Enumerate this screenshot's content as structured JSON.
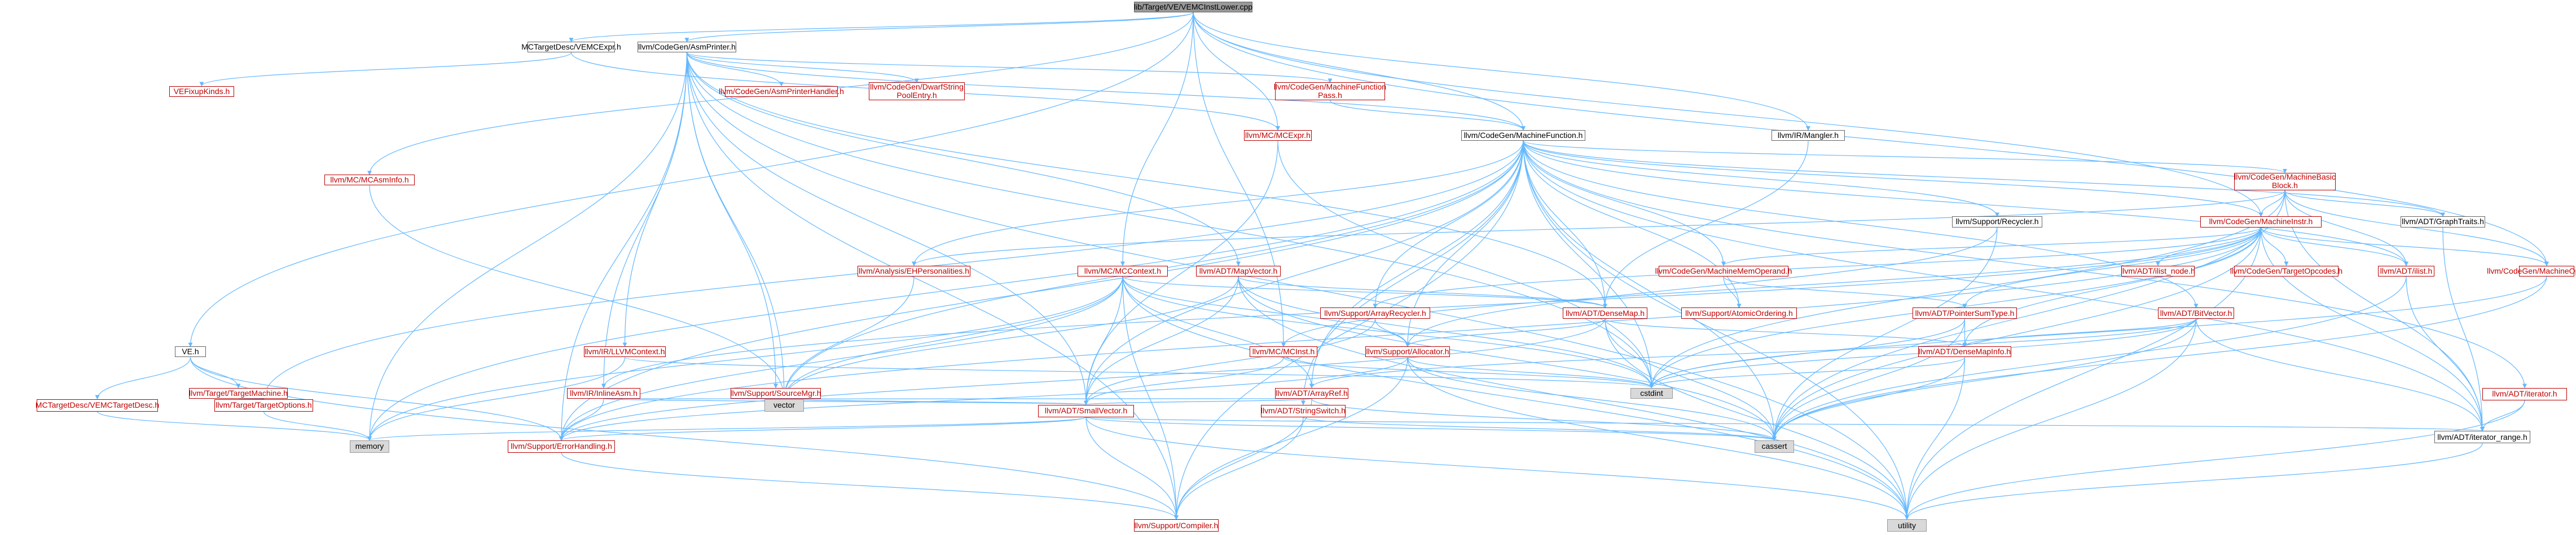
{
  "nodes": [
    {
      "id": "root",
      "label": "lib/Target/VE/VEMCInstLower.cpp",
      "style": "root"
    },
    {
      "id": "mctdexpr",
      "label": "MCTargetDesc/VEMCExpr.h",
      "style": "blk"
    },
    {
      "id": "asmprinter",
      "label": "llvm/CodeGen/AsmPrinter.h",
      "style": "blk"
    },
    {
      "id": "vefixup",
      "label": "VEFixupKinds.h",
      "style": "red"
    },
    {
      "id": "mcasminfo",
      "label": "llvm/MC/MCAsmInfo.h",
      "style": "red"
    },
    {
      "id": "asmph",
      "label": "llvm/CodeGen/AsmPrinterHandler.h",
      "style": "red"
    },
    {
      "id": "dwarfstr",
      "label": "llvm/CodeGen/DwarfString\nPoolEntry.h",
      "style": "red"
    },
    {
      "id": "mfpass",
      "label": "llvm/CodeGen/MachineFunction\nPass.h",
      "style": "red"
    },
    {
      "id": "mcexpr",
      "label": "llvm/MC/MCExpr.h",
      "style": "red"
    },
    {
      "id": "mf",
      "label": "llvm/CodeGen/MachineFunction.h",
      "style": "blk"
    },
    {
      "id": "mangler",
      "label": "llvm/IR/Mangler.h",
      "style": "blk"
    },
    {
      "id": "mbb",
      "label": "llvm/CodeGen/MachineBasic\nBlock.h",
      "style": "red"
    },
    {
      "id": "graphtraits",
      "label": "llvm/ADT/GraphTraits.h",
      "style": "blk"
    },
    {
      "id": "mi",
      "label": "llvm/CodeGen/MachineInstr.h",
      "style": "red"
    },
    {
      "id": "recycler",
      "label": "llvm/Support/Recycler.h",
      "style": "blk"
    },
    {
      "id": "ehpers",
      "label": "llvm/Analysis/EHPersonalities.h",
      "style": "red"
    },
    {
      "id": "mccontext",
      "label": "llvm/MC/MCContext.h",
      "style": "red"
    },
    {
      "id": "mapvector",
      "label": "llvm/ADT/MapVector.h",
      "style": "red"
    },
    {
      "id": "mmo",
      "label": "llvm/CodeGen/MachineMemOperand.h",
      "style": "red"
    },
    {
      "id": "ilisth",
      "label": "llvm/ADT/ilist.h",
      "style": "red"
    },
    {
      "id": "mo",
      "label": "llvm/CodeGen/MachineOperand.h",
      "style": "red"
    },
    {
      "id": "ilistnode",
      "label": "llvm/ADT/ilist_node.h",
      "style": "red"
    },
    {
      "id": "targetopc",
      "label": "llvm/CodeGen/TargetOpcodes.h",
      "style": "red"
    },
    {
      "id": "arrayrecycler",
      "label": "llvm/Support/ArrayRecycler.h",
      "style": "red"
    },
    {
      "id": "densemap",
      "label": "llvm/ADT/DenseMap.h",
      "style": "red"
    },
    {
      "id": "atomicord",
      "label": "llvm/Support/AtomicOrdering.h",
      "style": "red"
    },
    {
      "id": "ptrsum",
      "label": "llvm/ADT/PointerSumType.h",
      "style": "red"
    },
    {
      "id": "bitvector",
      "label": "llvm/ADT/BitVector.h",
      "style": "red"
    },
    {
      "id": "iterator",
      "label": "llvm/ADT/iterator.h",
      "style": "red"
    },
    {
      "id": "ve",
      "label": "VE.h",
      "style": "blk"
    },
    {
      "id": "llvmctx",
      "label": "llvm/IR/LLVMContext.h",
      "style": "red"
    },
    {
      "id": "mcinst",
      "label": "llvm/MC/MCInst.h",
      "style": "red"
    },
    {
      "id": "allocator",
      "label": "llvm/Support/Allocator.h",
      "style": "red"
    },
    {
      "id": "densemapinfo",
      "label": "llvm/ADT/DenseMapInfo.h",
      "style": "red"
    },
    {
      "id": "targetmachine",
      "label": "llvm/Target/TargetMachine.h",
      "style": "red"
    },
    {
      "id": "inlineasm",
      "label": "llvm/IR/InlineAsm.h",
      "style": "red"
    },
    {
      "id": "srcmgr",
      "label": "llvm/Support/SourceMgr.h",
      "style": "red"
    },
    {
      "id": "arrayref",
      "label": "llvm/ADT/ArrayRef.h",
      "style": "red"
    },
    {
      "id": "cstdint",
      "label": "cstdint",
      "style": "sys"
    },
    {
      "id": "vetargetdesc",
      "label": "MCTargetDesc/VEMCTargetDesc.h",
      "style": "red"
    },
    {
      "id": "targetopts",
      "label": "llvm/Target/TargetOptions.h",
      "style": "red"
    },
    {
      "id": "vector",
      "label": "vector",
      "style": "sys"
    },
    {
      "id": "smallvector",
      "label": "llvm/ADT/SmallVector.h",
      "style": "red"
    },
    {
      "id": "stringswitch",
      "label": "llvm/ADT/StringSwitch.h",
      "style": "red"
    },
    {
      "id": "memory",
      "label": "memory",
      "style": "sys"
    },
    {
      "id": "errhandling",
      "label": "llvm/Support/ErrorHandling.h",
      "style": "red"
    },
    {
      "id": "cassert",
      "label": "cassert",
      "style": "sys"
    },
    {
      "id": "iterrange",
      "label": "llvm/ADT/iterator_range.h",
      "style": "blk"
    },
    {
      "id": "compiler",
      "label": "llvm/Support/Compiler.h",
      "style": "red"
    },
    {
      "id": "utility",
      "label": "utility",
      "style": "sys"
    }
  ],
  "edges": [
    [
      "root",
      "mctdexpr"
    ],
    [
      "root",
      "asmprinter"
    ],
    [
      "root",
      "mcasminfo"
    ],
    [
      "root",
      "mcexpr"
    ],
    [
      "root",
      "mf"
    ],
    [
      "root",
      "mangler"
    ],
    [
      "root",
      "mi"
    ],
    [
      "root",
      "mo"
    ],
    [
      "root",
      "ve"
    ],
    [
      "root",
      "mccontext"
    ],
    [
      "root",
      "mcinst"
    ],
    [
      "mctdexpr",
      "vefixup"
    ],
    [
      "mctdexpr",
      "mcexpr"
    ],
    [
      "asmprinter",
      "asmph"
    ],
    [
      "asmprinter",
      "dwarfstr"
    ],
    [
      "asmprinter",
      "mfpass"
    ],
    [
      "asmprinter",
      "mf"
    ],
    [
      "asmprinter",
      "mapvector"
    ],
    [
      "asmprinter",
      "llvmctx"
    ],
    [
      "asmprinter",
      "inlineasm"
    ],
    [
      "asmprinter",
      "srcmgr"
    ],
    [
      "asmprinter",
      "smallvector"
    ],
    [
      "asmprinter",
      "errhandling"
    ],
    [
      "asmprinter",
      "cstdint"
    ],
    [
      "asmprinter",
      "memory"
    ],
    [
      "asmprinter",
      "vector"
    ],
    [
      "asmprinter",
      "utility"
    ],
    [
      "asmprinter",
      "compiler"
    ],
    [
      "asmprinter",
      "densemap"
    ],
    [
      "mfpass",
      "mf"
    ],
    [
      "mcasminfo",
      "vector"
    ],
    [
      "mcexpr",
      "smallvector"
    ],
    [
      "mcexpr",
      "cstdint"
    ],
    [
      "mf",
      "mbb"
    ],
    [
      "mf",
      "graphtraits"
    ],
    [
      "mf",
      "mi"
    ],
    [
      "mf",
      "recycler"
    ],
    [
      "mf",
      "ehpers"
    ],
    [
      "mf",
      "mmo"
    ],
    [
      "mf",
      "ilisth"
    ],
    [
      "mf",
      "arrayrecycler"
    ],
    [
      "mf",
      "densemap"
    ],
    [
      "mf",
      "atomicord"
    ],
    [
      "mf",
      "bitvector"
    ],
    [
      "mf",
      "iterator"
    ],
    [
      "mf",
      "allocator"
    ],
    [
      "mf",
      "arrayref"
    ],
    [
      "mf",
      "smallvector"
    ],
    [
      "mf",
      "cstdint"
    ],
    [
      "mf",
      "cassert"
    ],
    [
      "mf",
      "memory"
    ],
    [
      "mf",
      "utility"
    ],
    [
      "mf",
      "vector"
    ],
    [
      "mf",
      "compiler"
    ],
    [
      "mf",
      "iterrange"
    ],
    [
      "mf",
      "targetopts"
    ],
    [
      "mf",
      "errhandling"
    ],
    [
      "mf",
      "stringswitch"
    ],
    [
      "mangler",
      "densemap"
    ],
    [
      "mbb",
      "graphtraits"
    ],
    [
      "mbb",
      "mi"
    ],
    [
      "mbb",
      "ilisth"
    ],
    [
      "mbb",
      "iterrange"
    ],
    [
      "mbb",
      "cassert"
    ],
    [
      "mbb",
      "cstdint"
    ],
    [
      "mbb",
      "ehpers"
    ],
    [
      "mbb",
      "mo"
    ],
    [
      "graphtraits",
      "iterrange"
    ],
    [
      "mi",
      "mmo"
    ],
    [
      "mi",
      "mo"
    ],
    [
      "mi",
      "targetopc"
    ],
    [
      "mi",
      "ilistnode"
    ],
    [
      "mi",
      "ilisth"
    ],
    [
      "mi",
      "ptrsum"
    ],
    [
      "mi",
      "densemapinfo"
    ],
    [
      "mi",
      "arrayrecycler"
    ],
    [
      "mi",
      "inlineasm"
    ],
    [
      "mi",
      "cassert"
    ],
    [
      "mi",
      "cstdint"
    ],
    [
      "mi",
      "utility"
    ],
    [
      "mi",
      "iterrange"
    ],
    [
      "mi",
      "mcinst"
    ],
    [
      "mi",
      "errhandling"
    ],
    [
      "recycler",
      "allocator"
    ],
    [
      "recycler",
      "cassert"
    ],
    [
      "ehpers",
      "vector"
    ],
    [
      "mccontext",
      "densemap"
    ],
    [
      "mccontext",
      "smallvector"
    ],
    [
      "mccontext",
      "allocator"
    ],
    [
      "mccontext",
      "memory"
    ],
    [
      "mccontext",
      "vector"
    ],
    [
      "mccontext",
      "cstdint"
    ],
    [
      "mccontext",
      "utility"
    ],
    [
      "mccontext",
      "compiler"
    ],
    [
      "mccontext",
      "errhandling"
    ],
    [
      "mccontext",
      "arrayref"
    ],
    [
      "mapvector",
      "densemap"
    ],
    [
      "mapvector",
      "smallvector"
    ],
    [
      "mapvector",
      "vector"
    ],
    [
      "mapvector",
      "cassert"
    ],
    [
      "mapvector",
      "cstdint"
    ],
    [
      "mapvector",
      "utility"
    ],
    [
      "mmo",
      "atomicord"
    ],
    [
      "mmo",
      "ptrsum"
    ],
    [
      "ilisth",
      "cassert"
    ],
    [
      "ilisth",
      "iterrange"
    ],
    [
      "mo",
      "cassert"
    ],
    [
      "mo",
      "cstdint"
    ],
    [
      "arrayrecycler",
      "allocator"
    ],
    [
      "arrayrecycler",
      "smallvector"
    ],
    [
      "densemap",
      "densemapinfo"
    ],
    [
      "densemap",
      "allocator"
    ],
    [
      "densemap",
      "cassert"
    ],
    [
      "densemap",
      "utility"
    ],
    [
      "densemap",
      "errhandling"
    ],
    [
      "ptrsum",
      "densemapinfo"
    ],
    [
      "ptrsum",
      "cassert"
    ],
    [
      "ptrsum",
      "cstdint"
    ],
    [
      "bitvector",
      "densemapinfo"
    ],
    [
      "bitvector",
      "iterrange"
    ],
    [
      "bitvector",
      "cassert"
    ],
    [
      "bitvector",
      "cstdint"
    ],
    [
      "bitvector",
      "utility"
    ],
    [
      "bitvector",
      "arrayref"
    ],
    [
      "iterator",
      "iterrange"
    ],
    [
      "iterator",
      "utility"
    ],
    [
      "ve",
      "targetmachine"
    ],
    [
      "ve",
      "vetargetdesc"
    ],
    [
      "ve",
      "errhandling"
    ],
    [
      "ve",
      "compiler"
    ],
    [
      "llvmctx",
      "memory"
    ],
    [
      "llvmctx",
      "cstdint"
    ],
    [
      "mcinst",
      "smallvector"
    ],
    [
      "mcinst",
      "cstdint"
    ],
    [
      "allocator",
      "compiler"
    ],
    [
      "allocator",
      "errhandling"
    ],
    [
      "allocator",
      "cassert"
    ],
    [
      "allocator",
      "cstdint"
    ],
    [
      "allocator",
      "utility"
    ],
    [
      "densemapinfo",
      "cassert"
    ],
    [
      "densemapinfo",
      "cstdint"
    ],
    [
      "densemapinfo",
      "utility"
    ],
    [
      "targetmachine",
      "targetopts"
    ],
    [
      "inlineasm",
      "smallvector"
    ],
    [
      "inlineasm",
      "errhandling"
    ],
    [
      "inlineasm",
      "vector"
    ],
    [
      "srcmgr",
      "smallvector"
    ],
    [
      "srcmgr",
      "vector"
    ],
    [
      "arrayref",
      "smallvector"
    ],
    [
      "arrayref",
      "compiler"
    ],
    [
      "arrayref",
      "cassert"
    ],
    [
      "arrayref",
      "vector"
    ],
    [
      "vetargetdesc",
      "memory"
    ],
    [
      "targetopts",
      "memory"
    ],
    [
      "smallvector",
      "compiler"
    ],
    [
      "smallvector",
      "cassert"
    ],
    [
      "smallvector",
      "memory"
    ],
    [
      "smallvector",
      "utility"
    ],
    [
      "smallvector",
      "iterrange"
    ],
    [
      "smallvector",
      "errhandling"
    ],
    [
      "stringswitch",
      "compiler"
    ],
    [
      "stringswitch",
      "cassert"
    ],
    [
      "errhandling",
      "compiler"
    ],
    [
      "iterrange",
      "utility"
    ]
  ]
}
